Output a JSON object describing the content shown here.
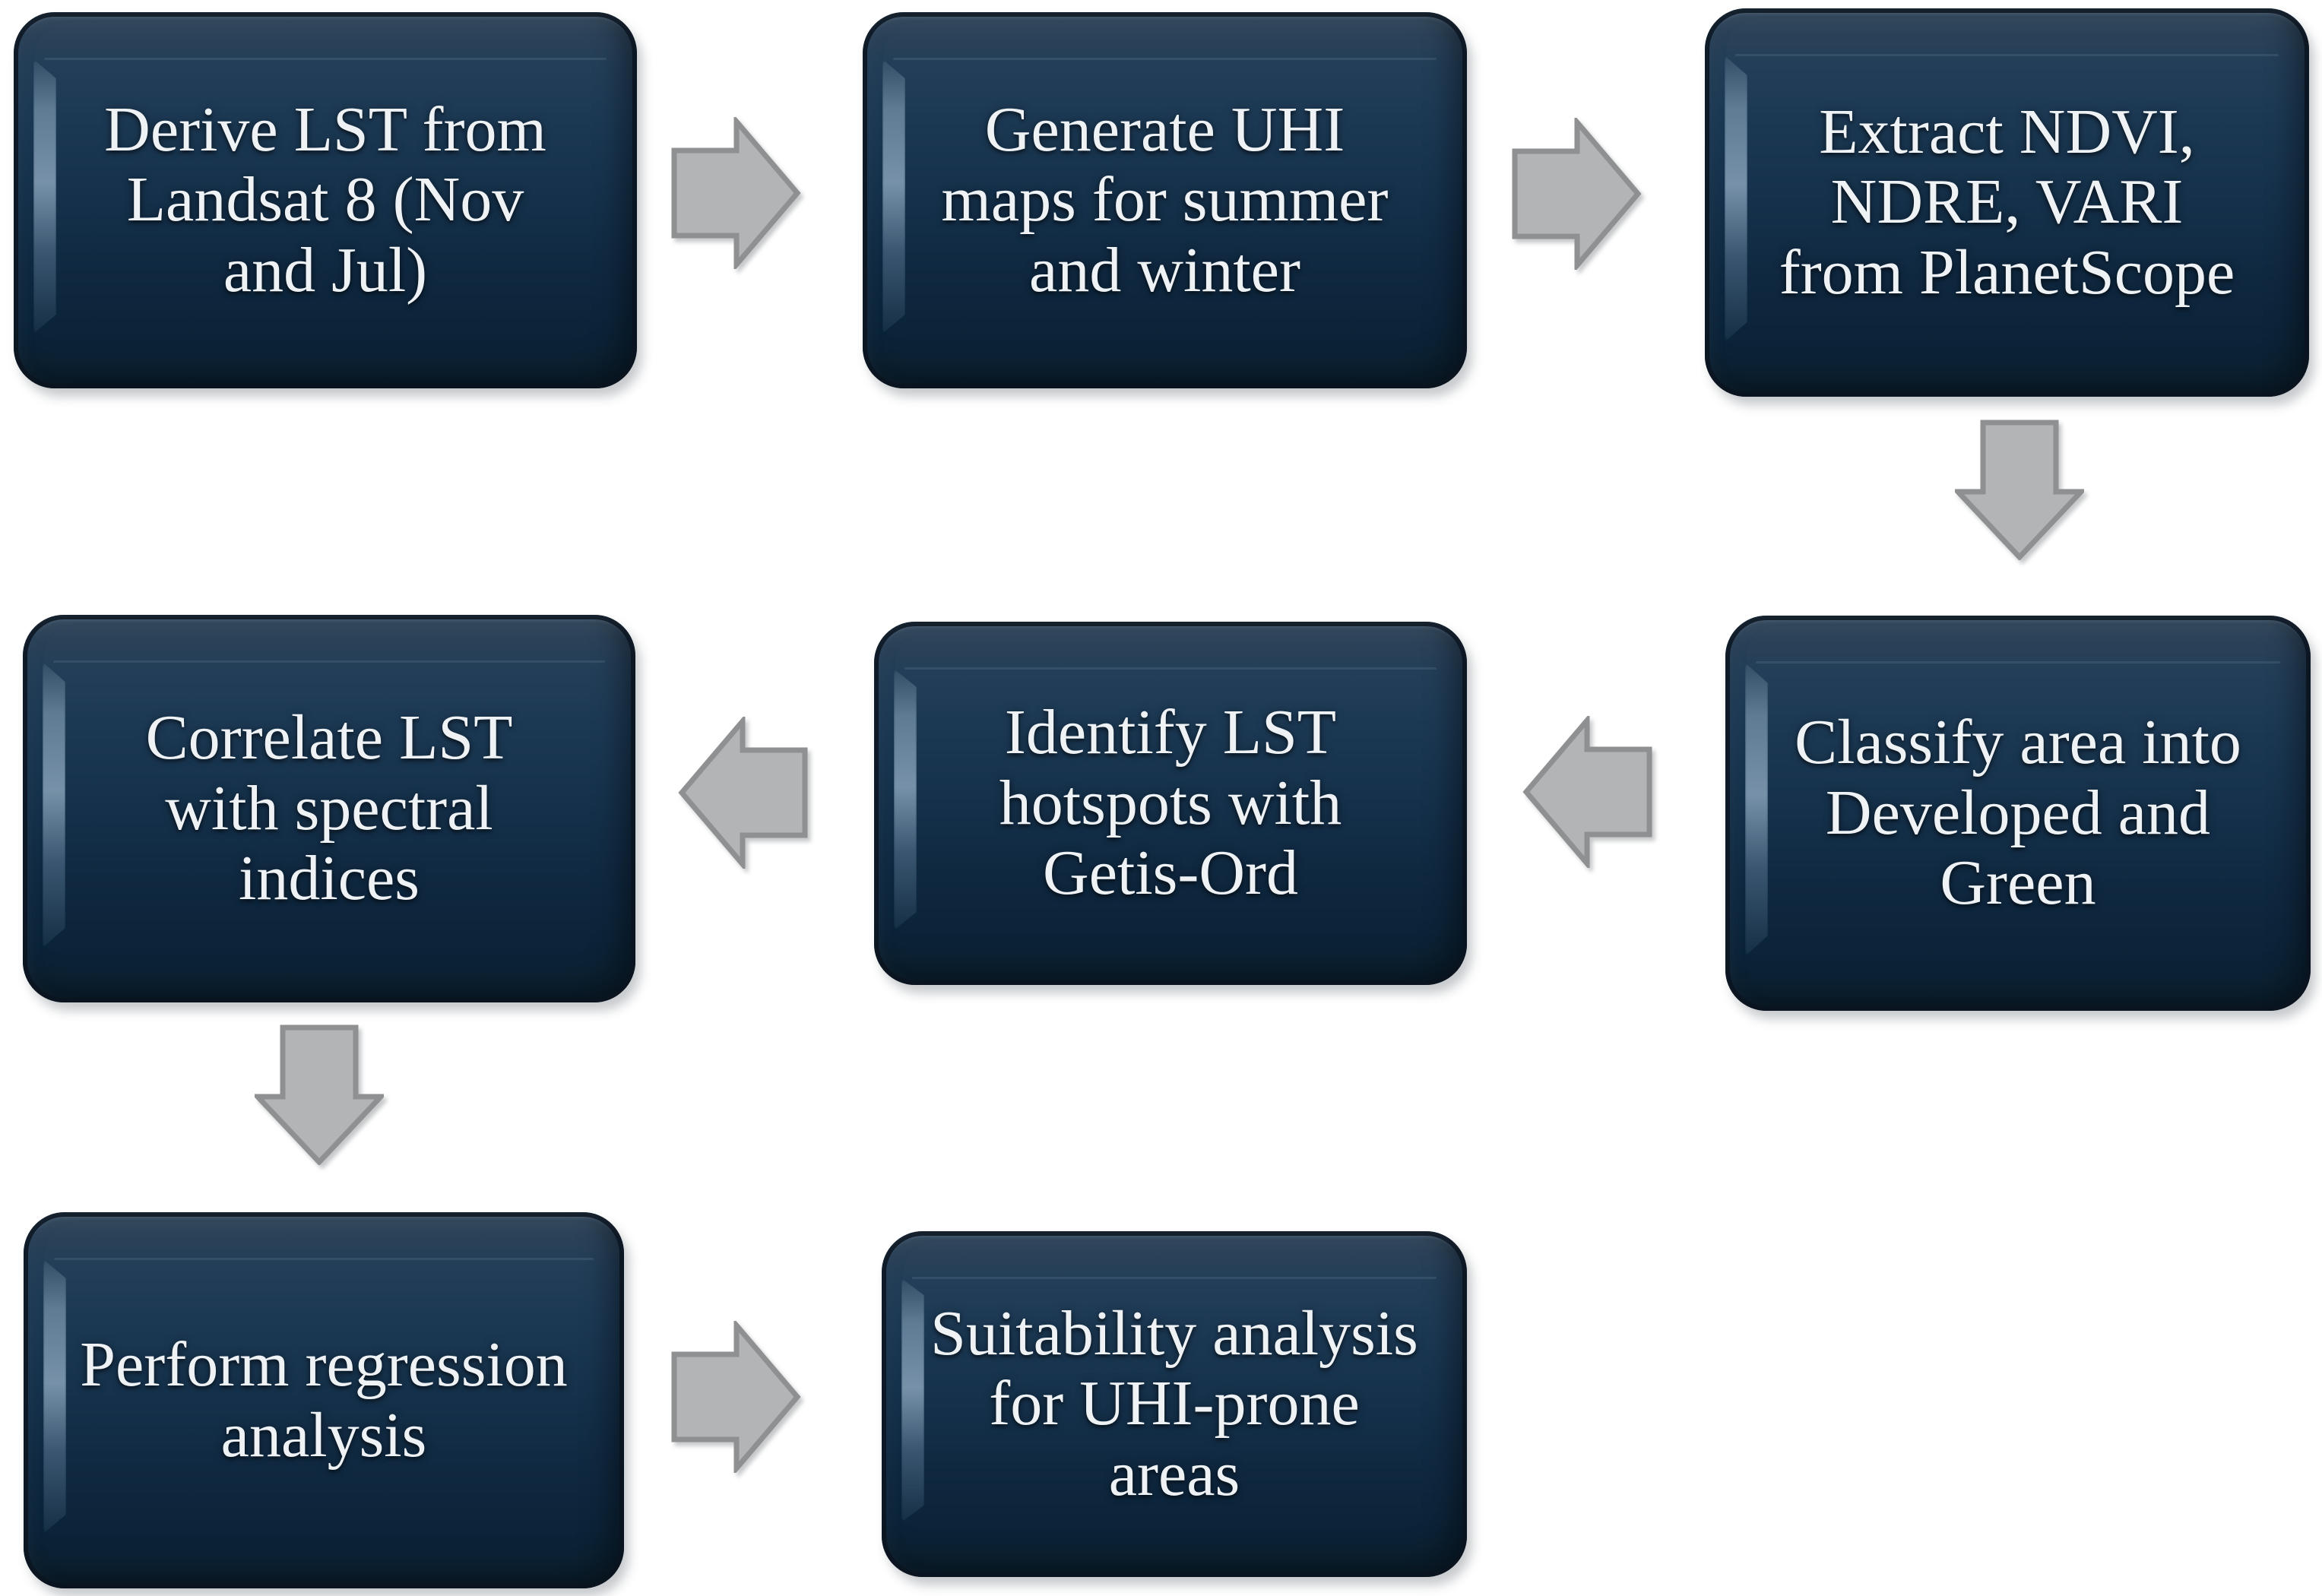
{
  "diagram": {
    "type": "flowchart",
    "background": "#ffffff"
  },
  "palette": {
    "box_gradient_top": "#3a4e61",
    "box_gradient_mid": "#15314b",
    "box_gradient_bottom": "#0d2334",
    "box_rim": "#0f1d2b",
    "box_bevel_highlight": "#8fa9c0",
    "label_text": "#eef2f5",
    "arrow_fill": "#b3b4b6",
    "arrow_border": "#8e9092"
  },
  "steps": [
    {
      "id": 1,
      "label": "Derive LST from\nLandsat 8 (Nov\nand Jul)"
    },
    {
      "id": 2,
      "label": "Generate UHI\nmaps for summer\nand winter"
    },
    {
      "id": 3,
      "label": "Extract NDVI,\nNDRE, VARI\nfrom PlanetScope"
    },
    {
      "id": 4,
      "label": "Classify area into\nDeveloped and\nGreen"
    },
    {
      "id": 5,
      "label": "Identify LST\nhotspots with\nGetis-Ord"
    },
    {
      "id": 6,
      "label": "Correlate LST\nwith spectral\nindices"
    },
    {
      "id": 7,
      "label": "Perform regression\nanalysis"
    },
    {
      "id": 8,
      "label": "Suitability analysis\nfor UHI-prone\nareas"
    }
  ],
  "connections": [
    {
      "from": 1,
      "to": 2,
      "direction": "right"
    },
    {
      "from": 2,
      "to": 3,
      "direction": "right"
    },
    {
      "from": 3,
      "to": 4,
      "direction": "down"
    },
    {
      "from": 4,
      "to": 5,
      "direction": "left"
    },
    {
      "from": 5,
      "to": 6,
      "direction": "left"
    },
    {
      "from": 6,
      "to": 7,
      "direction": "down"
    },
    {
      "from": 7,
      "to": 8,
      "direction": "right"
    }
  ]
}
